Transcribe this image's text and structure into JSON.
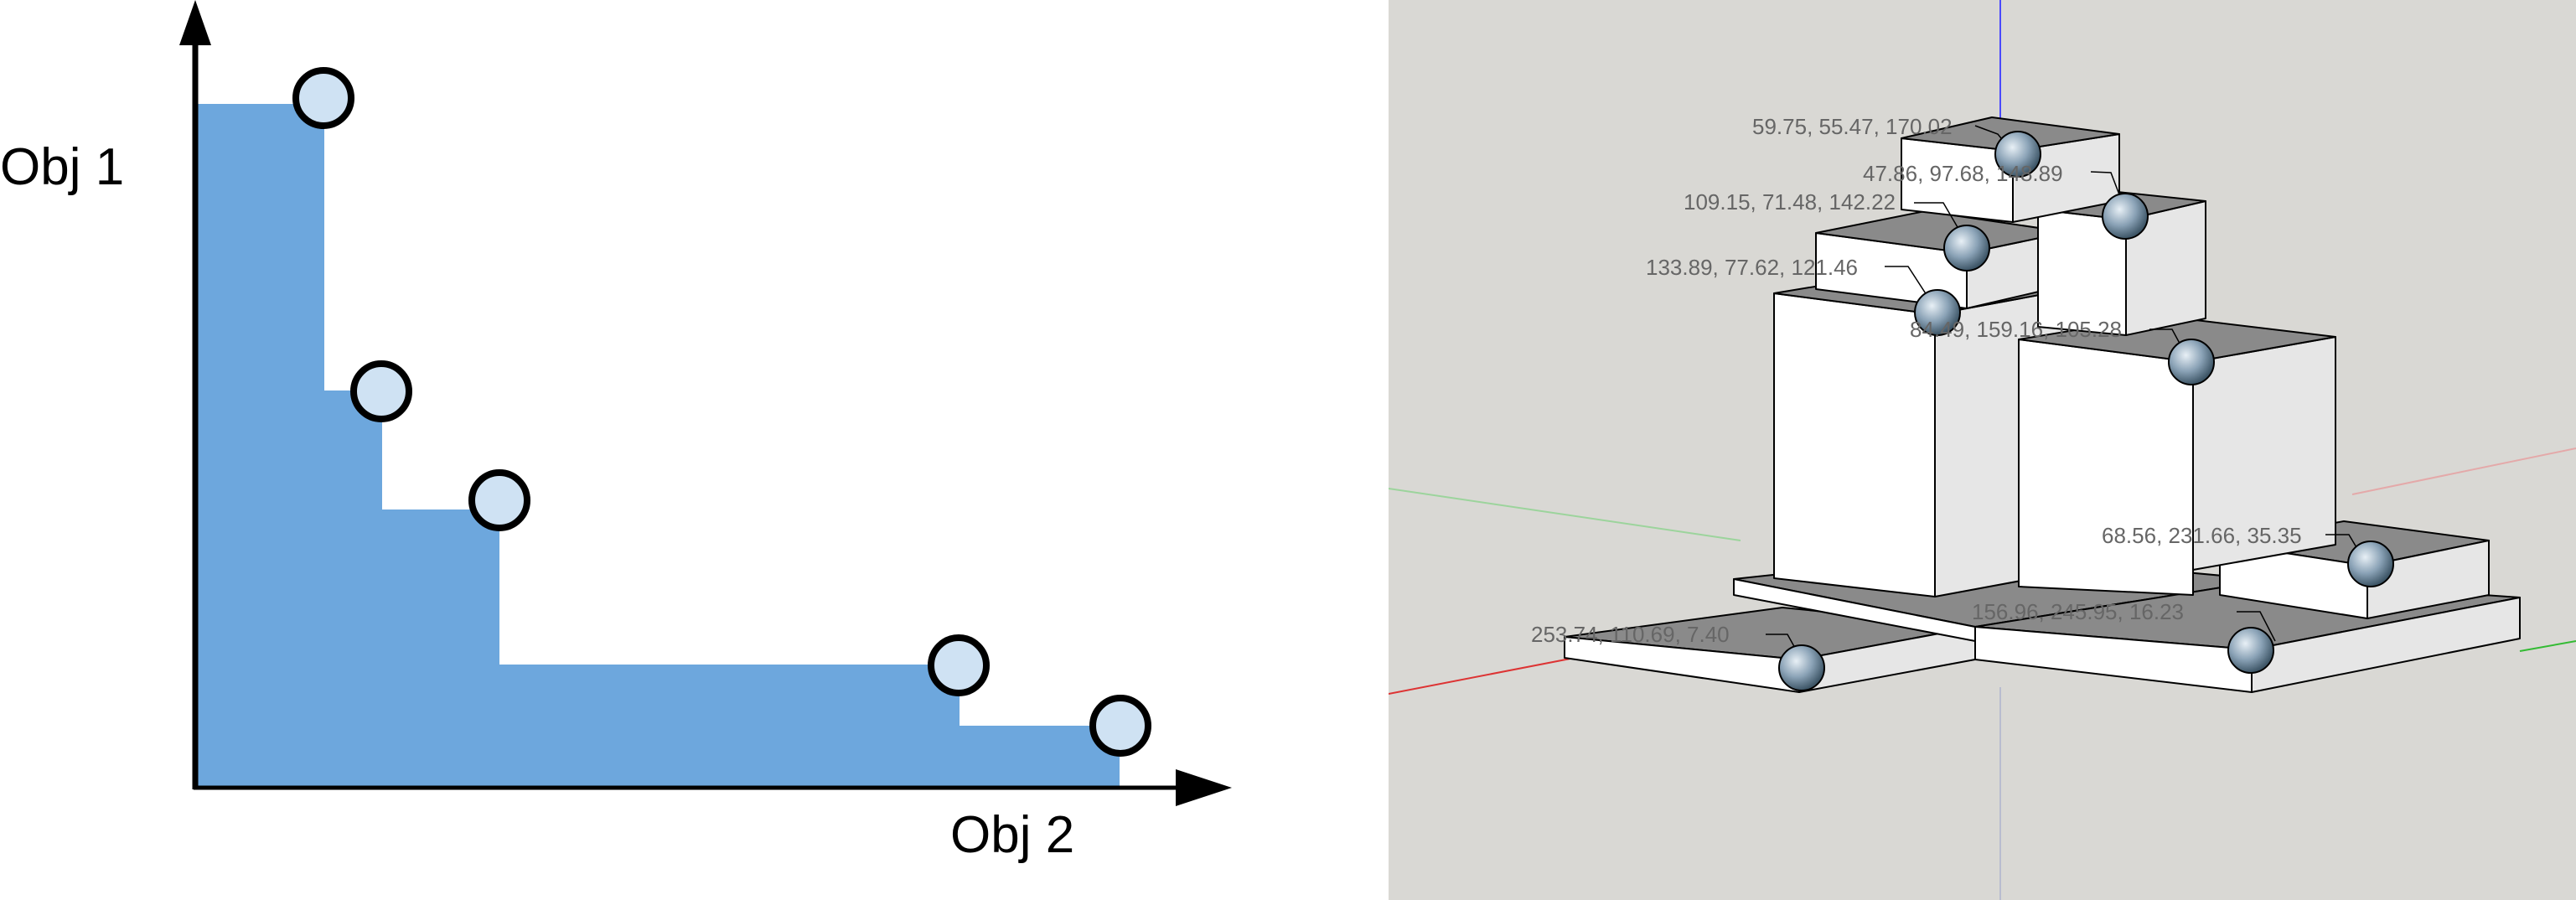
{
  "left_plot": {
    "y_axis_label": "Obj 1",
    "x_axis_label": "Obj 2",
    "colors": {
      "fill": "#6da7dd",
      "point_fill": "#cfe2f3",
      "stroke": "#000000"
    }
  },
  "right_view": {
    "labels": [
      "59.75, 55.47, 170.02",
      "47.86, 97.68, 148.89",
      "109.15, 71.48, 142.22",
      "133.89, 77.62, 121.46",
      "84.49, 159.16, 105.28",
      "68.56, 231.66, 35.35",
      "156.96, 245.95, 16.23",
      "253.74, 110.69, 7.40"
    ],
    "colors": {
      "background": "#d9d8d4",
      "box_front": "#ffffff",
      "box_side": "#e6e6e6",
      "box_top": "#8a8a8a",
      "label_text": "#666666",
      "sphere": "#7a93a8"
    }
  }
}
